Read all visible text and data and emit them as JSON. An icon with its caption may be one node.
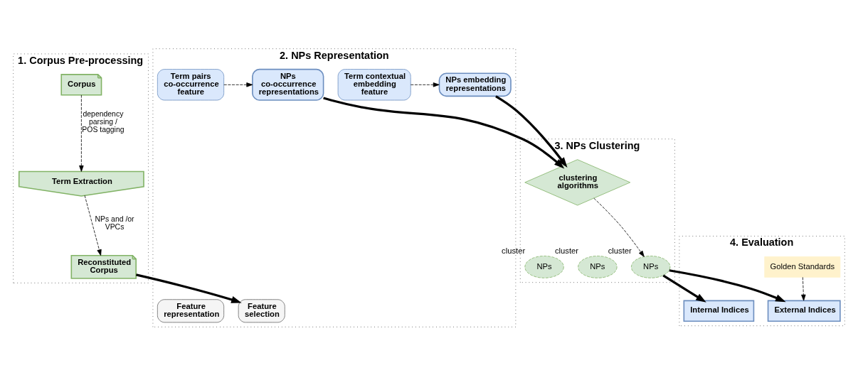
{
  "diagram": {
    "nodes": [
      {
        "text": [
          "1. Corpus Pre-processing"
        ]
      },
      {
        "text": [
          "Corpus"
        ],
        "in": 0
      },
      {
        "text": [
          "Term Extraction"
        ],
        "in": 0
      },
      {
        "text": [
          "Reconstituted Corpus"
        ],
        "in": 0
      },
      {
        "text": [
          "2. NPs Representation"
        ]
      },
      {
        "text": [
          "Term pairs co-occurrence feature"
        ],
        "in": 4
      },
      {
        "text": [
          "NPs co-occurrence representations"
        ],
        "in": 4
      },
      {
        "text": [
          "Term contextual embedding feature"
        ],
        "in": 4
      },
      {
        "text": [
          "NPs embedding representations"
        ],
        "in": 4
      },
      {
        "text": [
          "Feature selection"
        ],
        "in": 4
      },
      {
        "text": [
          "Feature representation"
        ],
        "in": 4
      },
      {
        "text": [
          "3. NPs Clustering"
        ]
      },
      {
        "text": [
          "clustering algorithms"
        ],
        "in": 11
      },
      {
        "text": [
          "NPs"
        ],
        "beside": [
          "cluster"
        ],
        "in": 11
      },
      {
        "text": [
          "NPs"
        ],
        "beside": [
          "cluster"
        ],
        "in": 11
      },
      {
        "text": [
          "NPs"
        ],
        "beside": [
          "cluster"
        ],
        "in": 11
      },
      {
        "text": [
          "4. Evaluation"
        ]
      },
      {
        "text": [
          "Internal Indices"
        ],
        "in": 16
      },
      {
        "text": [
          "External Indices"
        ],
        "in": 16
      },
      {
        "text": [
          "Golden Standards"
        ],
        "in": 16
      }
    ],
    "edges": [
      {
        "from": 1,
        "to": 2,
        "arrow": "to",
        "style": "dashed",
        "label": "dependency parsing / POS tagging"
      },
      {
        "from": 2,
        "to": 3,
        "arrow": "to",
        "style": "dashed",
        "label": "NPs and /or VPCs"
      },
      {
        "from": 3,
        "to": 9,
        "arrow": "to",
        "style": "thick"
      },
      {
        "from": 5,
        "to": 6,
        "arrow": "to",
        "style": "dashed"
      },
      {
        "from": 7,
        "to": 8,
        "arrow": "to",
        "style": "dashed"
      },
      {
        "from": 6,
        "to": 12,
        "arrow": "to",
        "style": "thick"
      },
      {
        "from": 8,
        "to": 12,
        "arrow": "to",
        "style": "thick"
      },
      {
        "from": 12,
        "to": 13,
        "arrow": "to",
        "style": "dashed"
      },
      {
        "from": 13,
        "to": 17,
        "arrow": "to",
        "style": "thick"
      },
      {
        "from": 13,
        "to": 18,
        "arrow": "to",
        "style": "thick"
      },
      {
        "from": 19,
        "to": 18,
        "arrow": "to",
        "style": "dashed"
      }
    ]
  }
}
